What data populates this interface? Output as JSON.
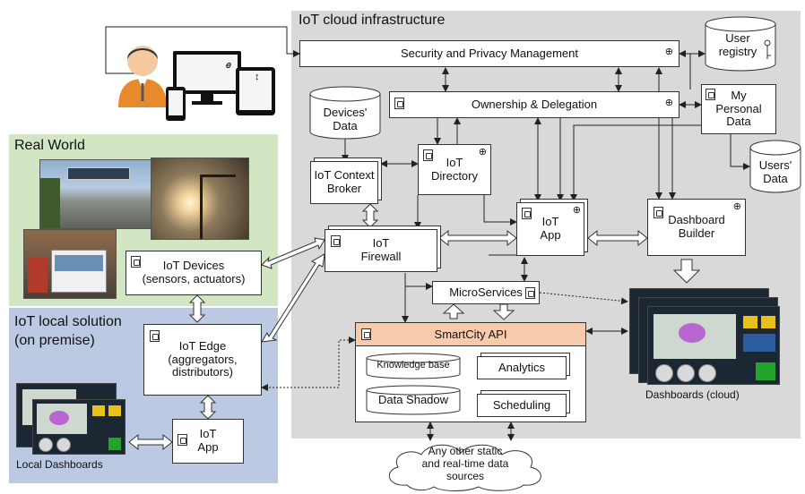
{
  "regions": {
    "cloud": "IoT cloud infrastructure",
    "real_world": "Real World",
    "local": "IoT local solution\n(on premise)"
  },
  "boxes": {
    "security": "Security and Privacy Management",
    "ownership": "Ownership & Delegation",
    "context_broker": "IoT Context\nBroker",
    "iot_directory": "IoT\nDirectory",
    "iot_firewall": "IoT\nFirewall",
    "iot_app_cloud": "IoT\nApp",
    "dashboard_builder": "Dashboard\nBuilder",
    "my_personal_data": "My\nPersonal\nData",
    "microservices": "MicroServices",
    "smartcity_api": "SmartCity API",
    "knowledge_base": "Knowledge base",
    "analytics": "Analytics",
    "data_shadow": "Data Shadow",
    "scheduling": "Scheduling",
    "iot_devices": "IoT Devices\n(sensors, actuators)",
    "iot_edge": "IoT Edge\n(aggregators,\ndistributors)",
    "iot_app_local": "IoT\nApp"
  },
  "cylinders": {
    "user_registry": "User\nregistry",
    "devices_data": "Devices'\nData",
    "users_data": "Users'\nData"
  },
  "captions": {
    "dashboards_cloud": "Dashboards (cloud)",
    "local_dashboards": "Local Dashboards",
    "cloud_sources": "Any other static\nand real-time data\nsources"
  },
  "colors": {
    "cloud_region": "#d9d9d9",
    "real_world_region": "#d3e6c3",
    "local_region": "#bcc9e2",
    "smartcity_header": "#f8cbad"
  },
  "icons": [
    "user-avatar-icon",
    "desktop-monitor-icon",
    "tablet-icon",
    "smartphone-icon",
    "key-icon",
    "document-icon",
    "signature-icon",
    "cloud-icon"
  ]
}
